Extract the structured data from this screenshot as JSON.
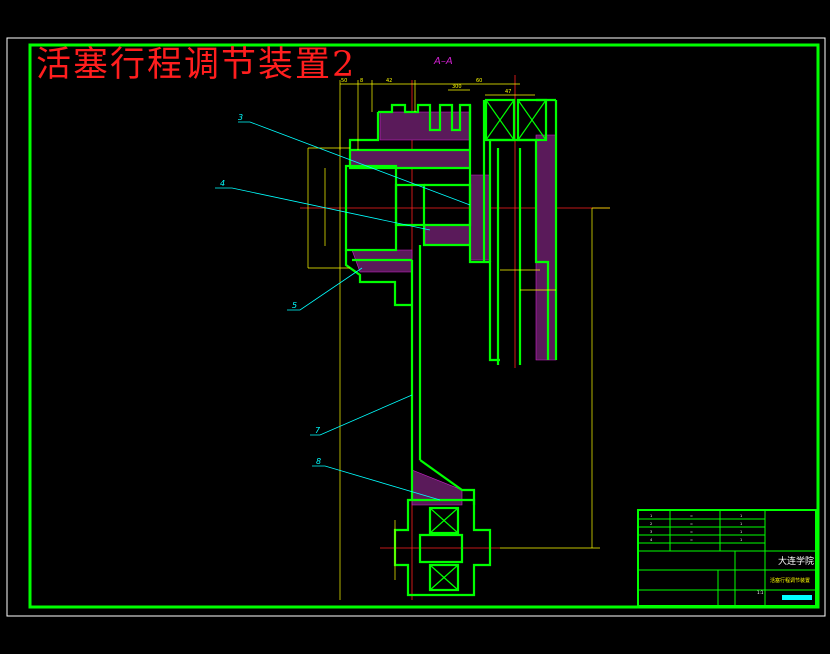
{
  "drawing": {
    "title": "活塞行程调节装置2",
    "section_label": "A–A",
    "colors": {
      "background": "#000000",
      "outline": "#00ff00",
      "dimension": "#ffff00",
      "leader": "#00ffff",
      "title": "#ff1e1e",
      "section": "#d020d0",
      "hatch": "#d020d0",
      "centerline": "#ff2020"
    },
    "part_callouts": [
      {
        "number": "3"
      },
      {
        "number": "4"
      },
      {
        "number": "5"
      },
      {
        "number": "7"
      },
      {
        "number": "8"
      }
    ],
    "dimensions_top": [
      "50",
      "8",
      "42",
      "60",
      "300",
      "47"
    ],
    "title_block": {
      "school": "大连学院",
      "drawing_name": "活塞行程调节装置",
      "scale": "1:1"
    }
  }
}
